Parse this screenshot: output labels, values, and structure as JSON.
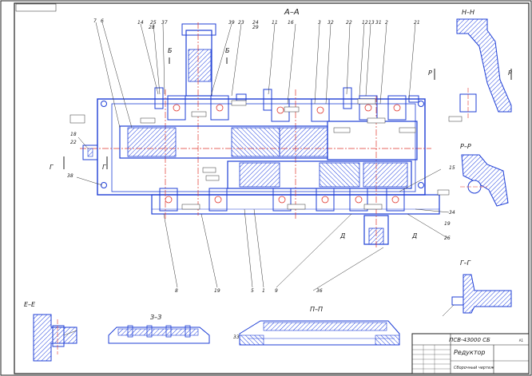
{
  "drawing": {
    "section_main": "А–А",
    "section_nn": "Н–Н",
    "section_rr": "Р–Р",
    "section_gg": "Г–Г",
    "section_ee": "Е–Е",
    "section_zz": "З–З",
    "section_pp": "П–П",
    "cut_b": "Б",
    "cut_g": "Г",
    "cut_d": "Д",
    "cut_p": "Р",
    "callouts_top": [
      "7",
      "6",
      "14",
      "28",
      "25",
      "37",
      "39",
      "23",
      "24",
      "29",
      "11",
      "16",
      "3",
      "32",
      "22",
      "12",
      "13",
      "31",
      "2",
      "21"
    ],
    "callouts_left": [
      "18",
      "22",
      "38"
    ],
    "callouts_right": [
      "15",
      "34",
      "19",
      "26"
    ],
    "callouts_bottom": [
      "8",
      "19",
      "5",
      "1",
      "9",
      "36",
      "33"
    ]
  },
  "title_block": {
    "designation": "ПСВ-43000 СБ",
    "name": "Редуктор",
    "doc_type": "Сборочный чертеж",
    "sheet_label": "А1"
  },
  "colors": {
    "part_outline": "#1f3fd6",
    "hatch": "#2040e0",
    "centerline": "#e0362d",
    "ink": "#1a1a1a"
  }
}
